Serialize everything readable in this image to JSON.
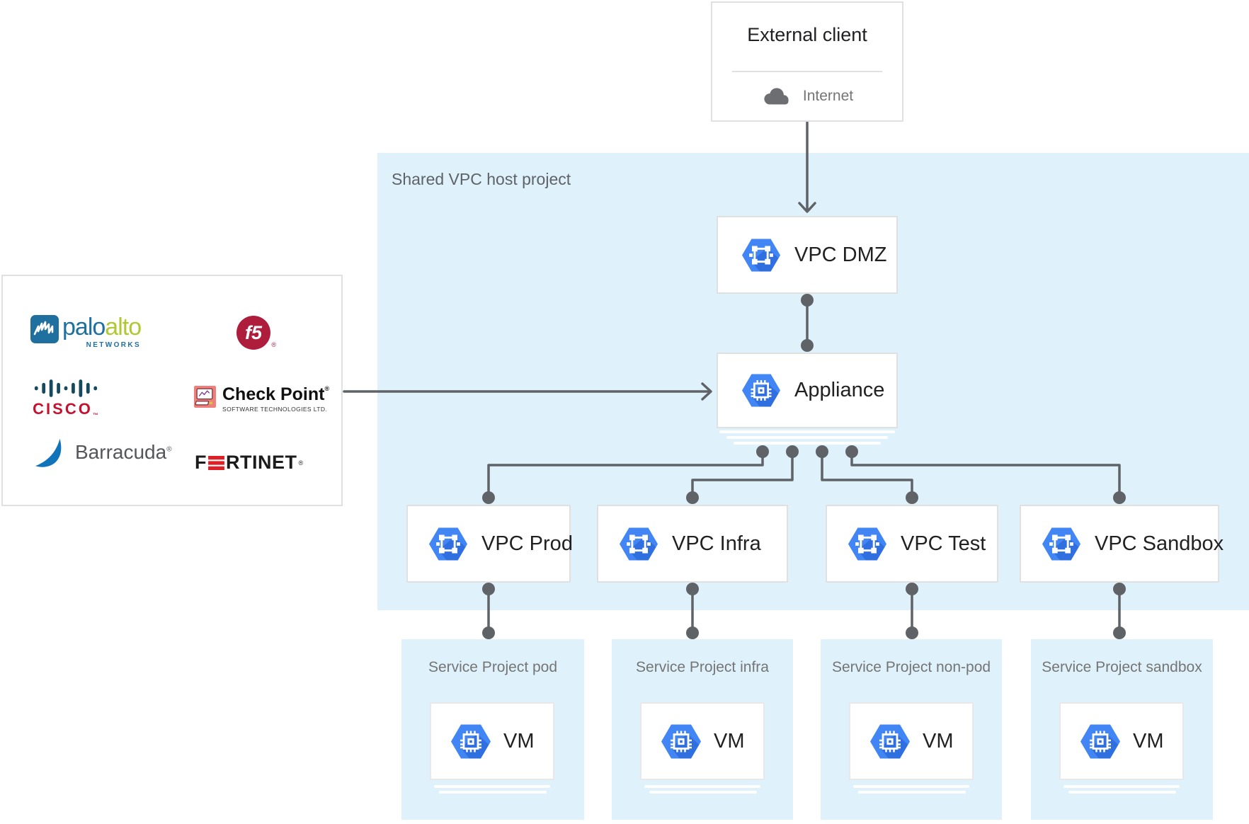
{
  "external_client": {
    "title": "External client",
    "internet": "Internet"
  },
  "host_region": {
    "label": "Shared VPC host project"
  },
  "nodes": {
    "dmz": "VPC DMZ",
    "appliance": "Appliance"
  },
  "vpc_row": [
    {
      "label": "VPC Prod"
    },
    {
      "label": "VPC Infra"
    },
    {
      "label": "VPC Test"
    },
    {
      "label": "VPC Sandbox"
    }
  ],
  "service_row": [
    {
      "label": "Service Project pod",
      "vm": "VM"
    },
    {
      "label": "Service Project infra",
      "vm": "VM"
    },
    {
      "label": "Service Project non-pod",
      "vm": "VM"
    },
    {
      "label": "Service Project sandbox",
      "vm": "VM"
    }
  ],
  "vendors": {
    "palo_alto": {
      "word1": "palo",
      "word2": "alto",
      "sub": "NETWORKS"
    },
    "f5": {
      "label": "f5",
      "reg": "®"
    },
    "cisco": {
      "label": "CISCO",
      "tm": "™"
    },
    "check_point": {
      "name": "Check Point",
      "reg": "®",
      "sub": "SOFTWARE TECHNOLOGIES LTD."
    },
    "barracuda": {
      "name": "Barracuda",
      "reg": "®"
    },
    "fortinet": {
      "left": "F",
      "right": "RTINET",
      "reg": "®"
    }
  },
  "colors": {
    "region_bg": "#DFF1FB",
    "box_border": "#E0E0E0",
    "connector": "#5F6368",
    "gcp_blue": "#4285F4",
    "text_dark": "#212121",
    "text_gray": "#757575",
    "cisco_red": "#C4122E",
    "cisco_bars": "#15495D",
    "paloalto_blue": "#1F6F9F",
    "paloalto_green": "#AFC933",
    "f5_red": "#AE1E3C",
    "checkpoint_pink": "#EE7F7B",
    "barracuda_blue": "#1173B9",
    "fortinet_red": "#DD1F26"
  }
}
